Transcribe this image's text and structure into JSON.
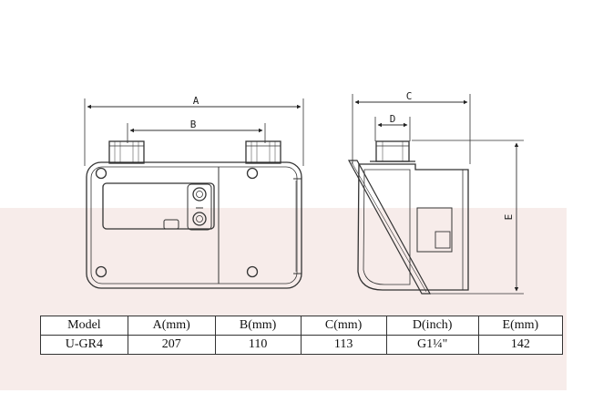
{
  "drawing": {
    "front_view": {
      "dim_labels": {
        "a": "A",
        "b": "B"
      }
    },
    "side_view": {
      "dim_labels": {
        "c": "C",
        "d": "D",
        "e": "E"
      }
    }
  },
  "spec_table": {
    "headers": [
      "Model",
      "A(mm)",
      "B(mm)",
      "C(mm)",
      "D(inch)",
      "E(mm)"
    ],
    "rows": [
      [
        "U-GR4",
        "207",
        "110",
        "113",
        "G1¼\"",
        "142"
      ]
    ]
  },
  "colors": {
    "line": "#333333",
    "band": "#f7ecea",
    "background": "#ffffff"
  }
}
